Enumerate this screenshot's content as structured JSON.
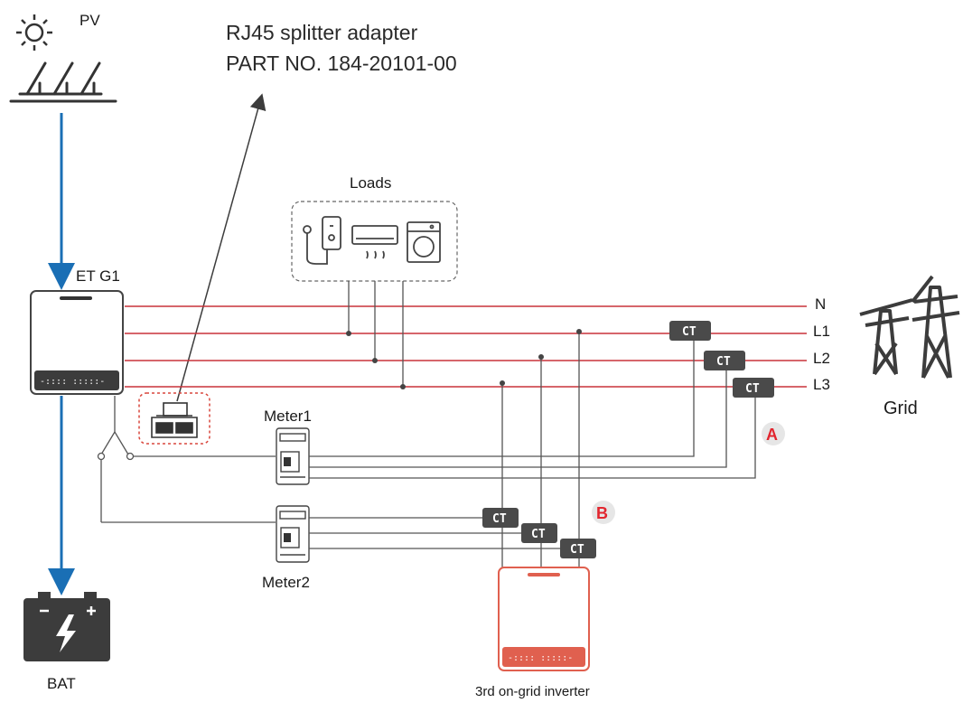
{
  "labels": {
    "pv": "PV",
    "splitter_line1": "RJ45 splitter adapter",
    "splitter_line2": "PART NO. 184-20101-00",
    "loads": "Loads",
    "inverter": "ET G1",
    "bus_n": "N",
    "bus_l1": "L1",
    "bus_l2": "L2",
    "bus_l3": "L3",
    "grid": "Grid",
    "meter1": "Meter1",
    "meter2": "Meter2",
    "battery": "BAT",
    "third_inverter": "3rd on-grid inverter",
    "ct": "CT",
    "marker_a": "A",
    "marker_b": "B"
  },
  "icons": {
    "pv": "solar-panel-icon",
    "sun": "sun-icon",
    "grid": "transmission-tower-icon",
    "battery": "battery-icon",
    "loads": [
      "water-heater-icon",
      "air-conditioner-icon",
      "washing-machine-icon"
    ],
    "splitter": "rj45-splitter-icon",
    "meter": "energy-meter-icon"
  },
  "colors": {
    "ac_line": "#c8323a",
    "dc_line": "#1a6fb5",
    "wire": "#555555",
    "third_inverter": "#e0604f",
    "marker": "#e2262f",
    "ct_box": "#4a4a4a"
  }
}
